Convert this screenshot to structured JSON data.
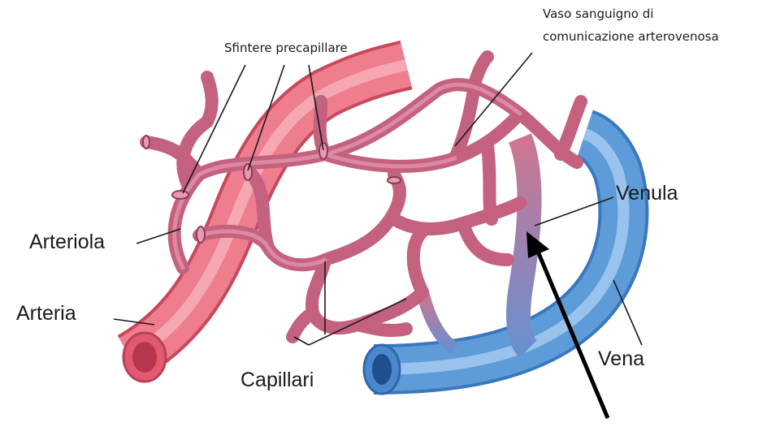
{
  "labels": {
    "sfintere": "Sfintere precapillare",
    "vaso_line1": "Vaso sanguigno di",
    "vaso_line2": "comunicazione  arterovenosa",
    "venula": "Venula",
    "arteriola": "Arteriola",
    "arteria": "Arteria",
    "capillari": "Capillari",
    "vena": "Vena"
  },
  "colors": {
    "artery": "#e8687a",
    "artery_dark": "#c8485c",
    "vessel_pink": "#cf7590",
    "vessel_dark": "#a8506c",
    "vein": "#5a9ad8",
    "vein_dark": "#3a78bd",
    "arrow": "#000000"
  }
}
